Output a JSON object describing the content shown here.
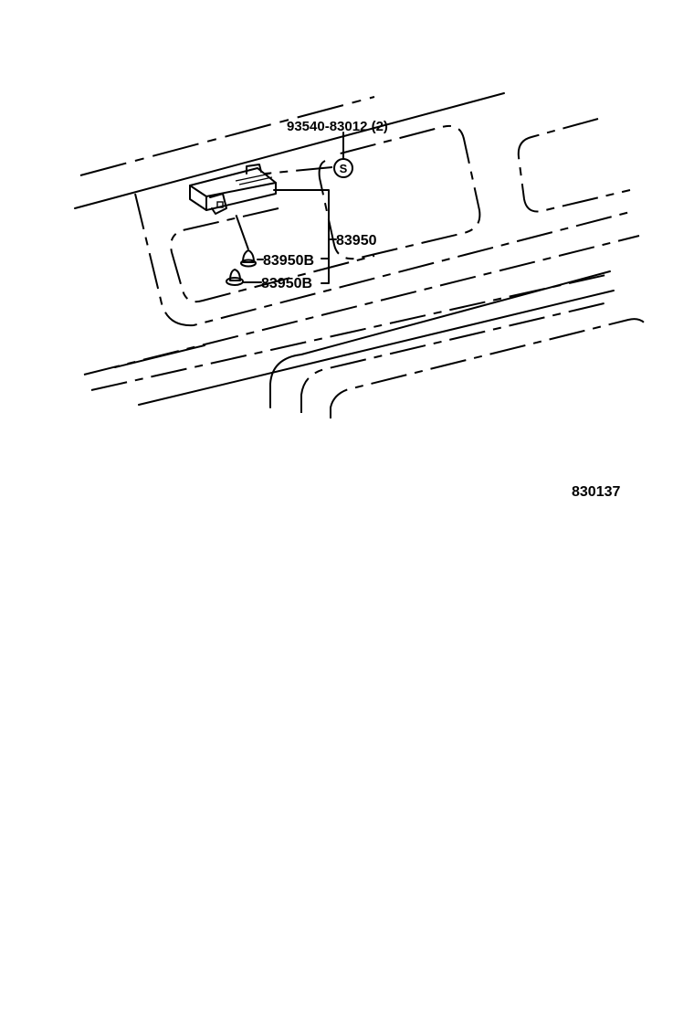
{
  "callouts": {
    "bolt_part": "93540-83012 (2)",
    "bolt_symbol": "S",
    "assembly_part": "83950",
    "sub_part_upper": "83950B",
    "sub_part_lower": "83950B"
  },
  "figure_number": "830137"
}
